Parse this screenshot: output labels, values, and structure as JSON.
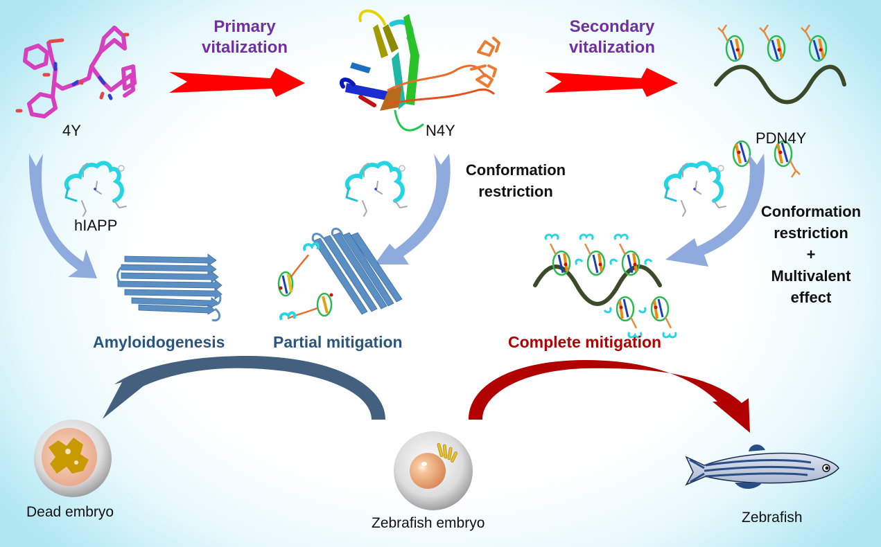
{
  "diagram": {
    "top_row": {
      "compounds": [
        {
          "id": "4Y",
          "label": "4Y"
        },
        {
          "id": "N4Y",
          "label": "N4Y"
        },
        {
          "id": "PDN4Y",
          "label": "PDN4Y"
        }
      ],
      "steps": [
        {
          "line1": "Primary",
          "line2": "vitalization"
        },
        {
          "line1": "Secondary",
          "line2": "vitalization"
        }
      ]
    },
    "peptide_label": "hIAPP",
    "mechanisms": {
      "middle": {
        "line1": "Conformation",
        "line2": "restriction"
      },
      "right": {
        "line1": "Conformation",
        "line2": "restriction",
        "line3": "+",
        "line4": "Multivalent",
        "line5": "effect"
      }
    },
    "outcomes": {
      "amyloid": "Amyloidogenesis",
      "partial": "Partial mitigation",
      "complete": "Complete mitigation"
    },
    "bottom_row": {
      "dead": "Dead embryo",
      "embryo": "Zebrafish embryo",
      "fish": "Zebrafish"
    },
    "colors": {
      "step_arrow": "#ff0000",
      "step_text": "#7030a0",
      "flow_arrow": "#8faadc",
      "blue_outcome": "#2b557e",
      "red_outcome": "#b00000",
      "dark_arrow": "#44607f",
      "red_arrow": "#b00000",
      "polymer": "#3d4a2a",
      "helix": "#2bd4e0",
      "sheet": "#5b8fc4"
    }
  }
}
